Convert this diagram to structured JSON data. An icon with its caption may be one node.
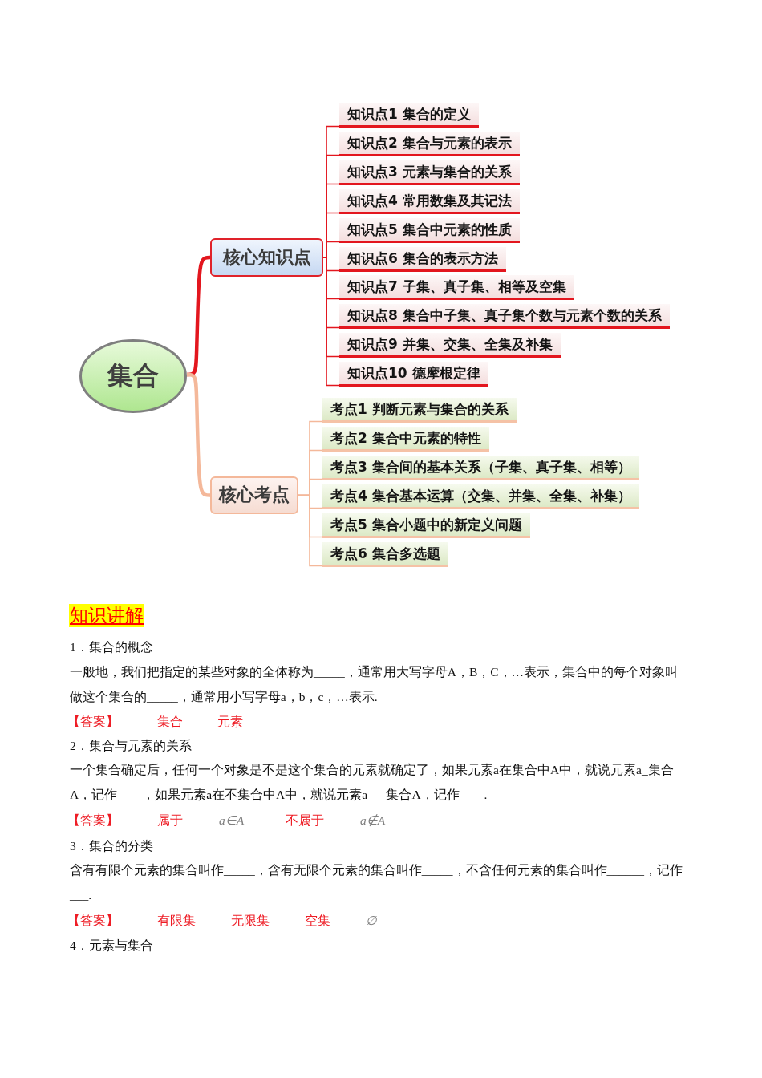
{
  "diagram": {
    "nodes": [
      {
        "text": [
          "集合"
        ]
      },
      {
        "text": [
          "核心知识点"
        ]
      },
      {
        "text": [
          "知识点1 集合的定义"
        ]
      },
      {
        "text": [
          "知识点2 集合与元素的表示"
        ]
      },
      {
        "text": [
          "知识点3 元素与集合的关系"
        ]
      },
      {
        "text": [
          "知识点4 常用数集及其记法"
        ]
      },
      {
        "text": [
          "知识点5 集合中元素的性质"
        ]
      },
      {
        "text": [
          "知识点6 集合的表示方法"
        ]
      },
      {
        "text": [
          "知识点7 子集、真子集、相等及空集"
        ]
      },
      {
        "text": [
          "知识点8 集合中子集、真子集个数与元素个数的关系"
        ]
      },
      {
        "text": [
          "知识点9 并集、交集、全集及补集"
        ]
      },
      {
        "text": [
          "知识点10 德摩根定律"
        ]
      },
      {
        "text": [
          "核心考点"
        ]
      },
      {
        "text": [
          "考点1 判断元素与集合的关系"
        ]
      },
      {
        "text": [
          "考点2 集合中元素的特性"
        ]
      },
      {
        "text": [
          "考点3 集合间的基本关系（子集、真子集、相等）"
        ]
      },
      {
        "text": [
          "考点4 集合基本运算（交集、并集、全集、补集）"
        ]
      },
      {
        "text": [
          "考点5 集合小题中的新定义问题"
        ]
      },
      {
        "text": [
          "考点6 集合多选题"
        ]
      }
    ],
    "edges": [
      {
        "from": 0,
        "to": 1,
        "arrow": "none",
        "style": "thick"
      },
      {
        "from": 1,
        "to": 2,
        "arrow": "none"
      },
      {
        "from": 1,
        "to": 3,
        "arrow": "none"
      },
      {
        "from": 1,
        "to": 4,
        "arrow": "none"
      },
      {
        "from": 1,
        "to": 5,
        "arrow": "none"
      },
      {
        "from": 1,
        "to": 6,
        "arrow": "none"
      },
      {
        "from": 1,
        "to": 7,
        "arrow": "none"
      },
      {
        "from": 1,
        "to": 8,
        "arrow": "none"
      },
      {
        "from": 1,
        "to": 9,
        "arrow": "none"
      },
      {
        "from": 1,
        "to": 10,
        "arrow": "none"
      },
      {
        "from": 1,
        "to": 11,
        "arrow": "none"
      },
      {
        "from": 0,
        "to": 12,
        "arrow": "none",
        "style": "thick",
        "color": "#f4b89a"
      },
      {
        "from": 12,
        "to": 13,
        "arrow": "none",
        "color": "#f4b89a"
      },
      {
        "from": 12,
        "to": 14,
        "arrow": "none",
        "color": "#f4b89a"
      },
      {
        "from": 12,
        "to": 15,
        "arrow": "none",
        "color": "#f4b89a"
      },
      {
        "from": 12,
        "to": 16,
        "arrow": "none",
        "color": "#f4b89a"
      },
      {
        "from": 12,
        "to": 17,
        "arrow": "none",
        "color": "#f4b89a"
      },
      {
        "from": 12,
        "to": 18,
        "arrow": "none",
        "color": "#f4b89a"
      }
    ],
    "labels": [
      "知识讲解",
      "1．集合的概念",
      "一般地，我们把指定的某些对象的全体称为_____，通常用大写字母A，B，C，…表示，集合中的每个对象叫做这个集合的_____，通常用小写字母a，b，c，…表示.",
      "【答案】",
      "集合",
      "元素",
      "2．集合与元素的关系",
      "一个集合确定后，任何一个对象是不是这个集合的元素就确定了，如果元素a在集合中A中，就说元素a_集合A，记作____，如果元素a在不集合中A中，就说元素a___集合A，记作____.",
      "【答案】",
      "属于",
      "a∈A",
      "不属于",
      "a∉A",
      "3．集合的分类",
      "含有有限个元素的集合叫作_____，含有无限个元素的集合叫作_____，不含任何元素的集合叫作______，记作___.",
      "【答案】",
      "有限集",
      "无限集",
      "空集",
      "∅",
      "4．元素与集合"
    ]
  }
}
